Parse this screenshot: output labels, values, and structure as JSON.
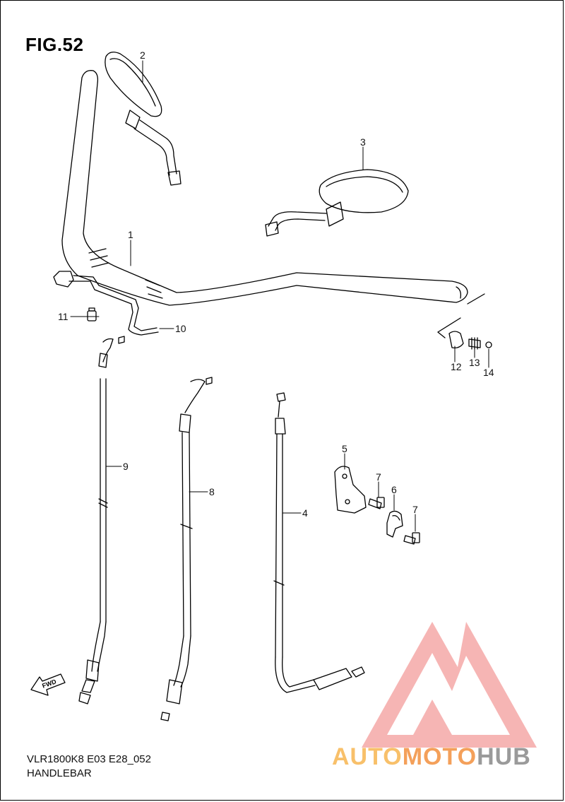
{
  "figure": {
    "title": "FIG.52",
    "model_code": "VLR1800K8 E03 E28_052",
    "section": "HANDLEBAR"
  },
  "callouts": [
    "1",
    "2",
    "3",
    "4",
    "5",
    "6",
    "7",
    "7",
    "8",
    "9",
    "10",
    "11",
    "12",
    "13",
    "14"
  ],
  "fwd_label": "FWD",
  "watermark": {
    "part1": "AUTO",
    "part2": "MOTO",
    "part3": "HUB",
    "colors": {
      "triangle": "#f07a78",
      "auto": "#f8c06a",
      "moto": "#f4a05a",
      "hub": "#9a9a9a"
    }
  }
}
